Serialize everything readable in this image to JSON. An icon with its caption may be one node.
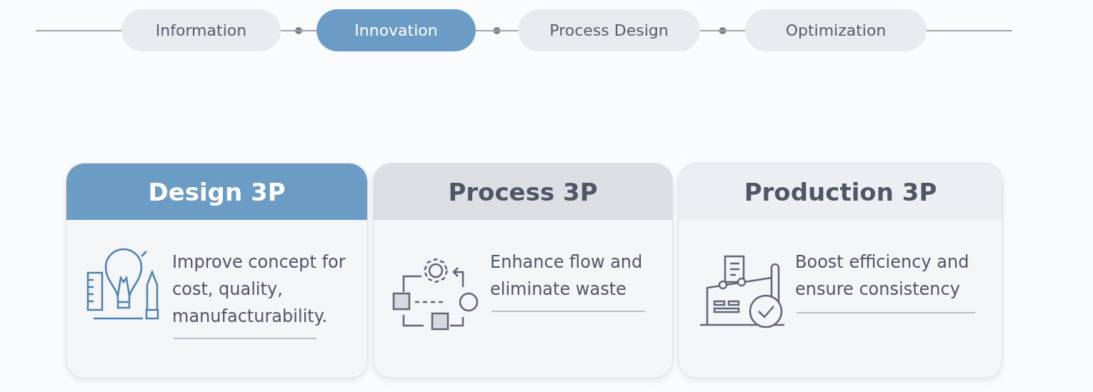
{
  "diagram": {
    "nodes": [
      {
        "text": [
          "Information"
        ]
      },
      {
        "text": [
          "Innovation"
        ]
      },
      {
        "text": [
          "Process Design"
        ]
      },
      {
        "text": [
          "Optimization"
        ]
      },
      {
        "text": [
          "Design 3P",
          "Improve concept for cost, quality, manufacturability."
        ]
      },
      {
        "text": [
          "Process 3P",
          "Enhance flow and eliminate waste"
        ]
      },
      {
        "text": [
          "Production 3P",
          "Boost efficiency and ensure consistency"
        ]
      }
    ],
    "edges": [
      {
        "from": null,
        "to": 0,
        "arrow": "none"
      },
      {
        "from": 0,
        "to": 1,
        "arrow": "none"
      },
      {
        "from": 1,
        "to": 2,
        "arrow": "none"
      },
      {
        "from": 2,
        "to": 3,
        "arrow": "none"
      },
      {
        "from": 3,
        "to": null,
        "arrow": "none"
      }
    ]
  }
}
